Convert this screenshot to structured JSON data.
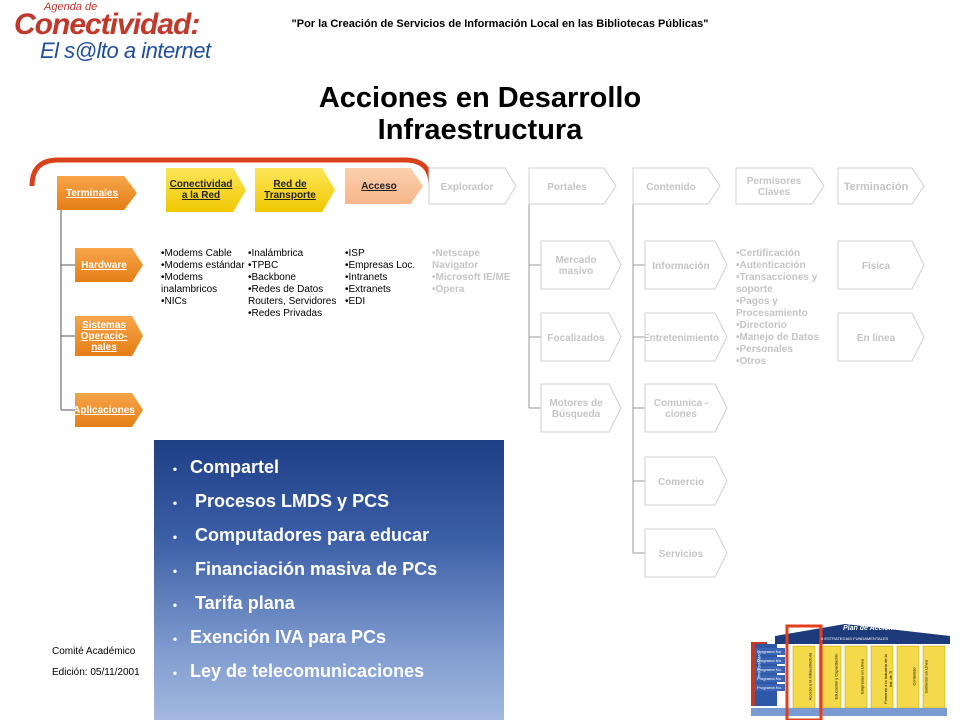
{
  "logo": {
    "line1": "Agenda de",
    "line2": "Conectividad:",
    "line3": "El s@lto a internet"
  },
  "header": "\"Por la Creación de Servicios de Información Local en las Bibliotecas Públicas\"",
  "title": {
    "line1": "Acciones en Desarrollo",
    "line2": "Infraestructura"
  },
  "columns": {
    "terminales": {
      "head": "Terminales",
      "items": [
        "Hardware",
        "Sistemas Operacio- nales",
        "Aplicaciones"
      ]
    },
    "conectividad": {
      "head": "Conectividad a la Red",
      "bullets": [
        "Modems Cable",
        "Modems estándar",
        "Modems inalambricos",
        "NICs"
      ]
    },
    "red_transporte": {
      "head": "Red de Transporte",
      "bullets": [
        "Inalámbrica",
        "TPBC",
        "Backbone",
        "Redes de Datos Routers, Servidores",
        "Redes Privadas"
      ]
    },
    "acceso": {
      "head": "Acceso",
      "bullets": [
        "ISP",
        "Empresas Loc.",
        "Intranets",
        "Extranets",
        "EDI"
      ]
    },
    "explorador": {
      "head": "Explorador",
      "bullets": [
        "Netscape Navigator",
        "Microsoft IE/ME",
        "Opera"
      ]
    },
    "portales": {
      "head": "Portales",
      "items": [
        "Mercado masivo",
        "Focalizados",
        "Motores de Búsqueda"
      ]
    },
    "contenido": {
      "head": "Contenido",
      "items": [
        "Información",
        "Entretenimiento",
        "Comunica - ciones",
        "Comercio",
        "Servicios"
      ]
    },
    "permisores": {
      "head": "Permisores Claves",
      "bullets": [
        "Certificación",
        "Autenticación",
        "Transacciones y soporte",
        "Pagos y Procesamiento",
        "Directorio",
        "Manejo de Datos",
        "Personales",
        "Otros"
      ]
    },
    "terminacion": {
      "head": "Terminación",
      "items": [
        "Física",
        "En línea"
      ]
    }
  },
  "programs": [
    "Compartel",
    "Procesos LMDS y PCS",
    "Computadores para educar",
    "Financiación masiva de PCs",
    "Tarifa plana",
    "Exención IVA para PCs",
    "Ley de telecomunicaciones"
  ],
  "footer": {
    "line1": "Comité Académico",
    "line2": "Edición: 05/11/2001"
  },
  "plan": {
    "title": "Plan de Acción",
    "subtitle": "6 ESTRATEGIAS FUNDAMENTALES",
    "side": "PROGRAMAS",
    "row_label": "Programa No.",
    "strategies": [
      "Acceso a la Infraestructura",
      "Educación y Capacitación",
      "Empresas en Línea",
      "Fomento a la Industria de la Ind. de TI",
      "Contenido",
      "Gobierno en Línea"
    ]
  },
  "colors": {
    "orange": "#e57f17",
    "yellow": "#f0c800",
    "peach": "#f6b68a",
    "grey_text": "#c5c5c5",
    "red_accent": "#d9411b",
    "blue_box": "#1e3f86"
  }
}
